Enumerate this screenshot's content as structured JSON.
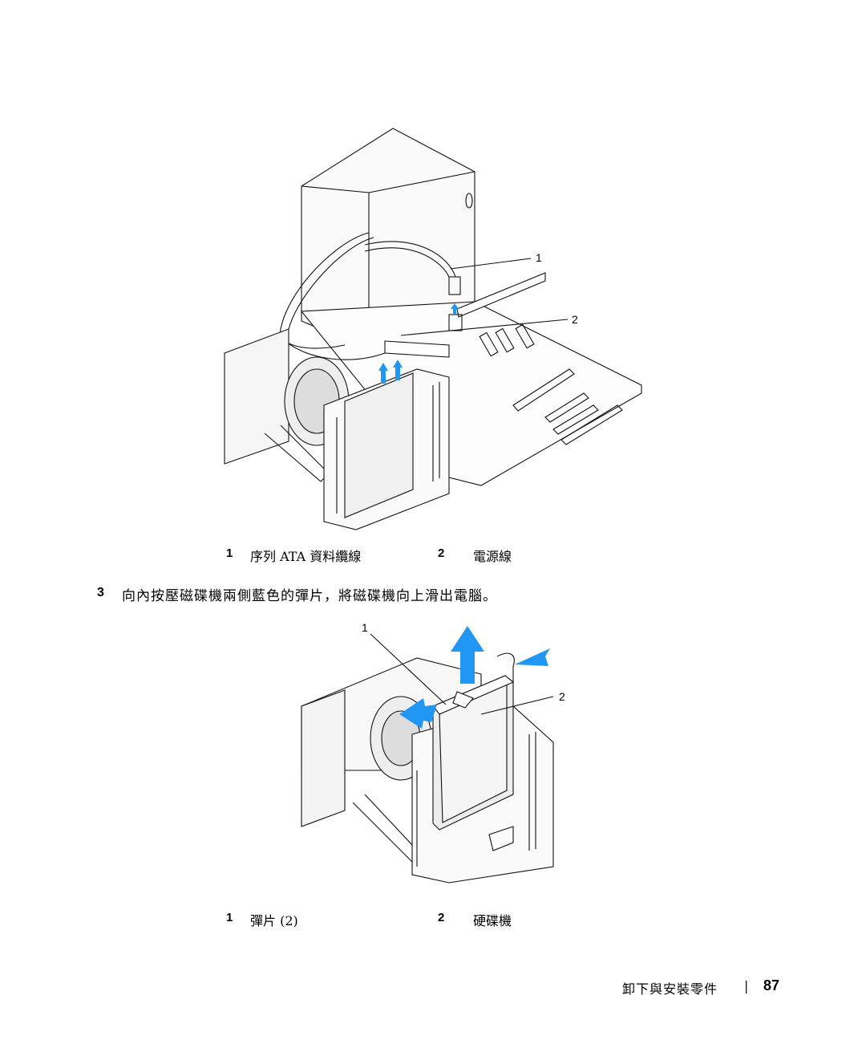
{
  "figure1": {
    "callouts": [
      "1",
      "2"
    ],
    "legend": [
      {
        "num": "1",
        "label": "序列 ATA 資料纜線"
      },
      {
        "num": "2",
        "label": "電源線"
      }
    ]
  },
  "step": {
    "num": "3",
    "text": "向內按壓磁碟機兩側藍色的彈片，將磁碟機向上滑出電腦。"
  },
  "figure2": {
    "callouts": [
      "1",
      "2"
    ],
    "legend": [
      {
        "num": "1",
        "label": "彈片 (2)"
      },
      {
        "num": "2",
        "label": "硬碟機"
      }
    ]
  },
  "footer": {
    "section": "卸下與安裝零件",
    "separator": "|",
    "page": "87"
  },
  "colors": {
    "arrow": "#2196f3",
    "line": "#111111",
    "light": "#cccccc"
  }
}
